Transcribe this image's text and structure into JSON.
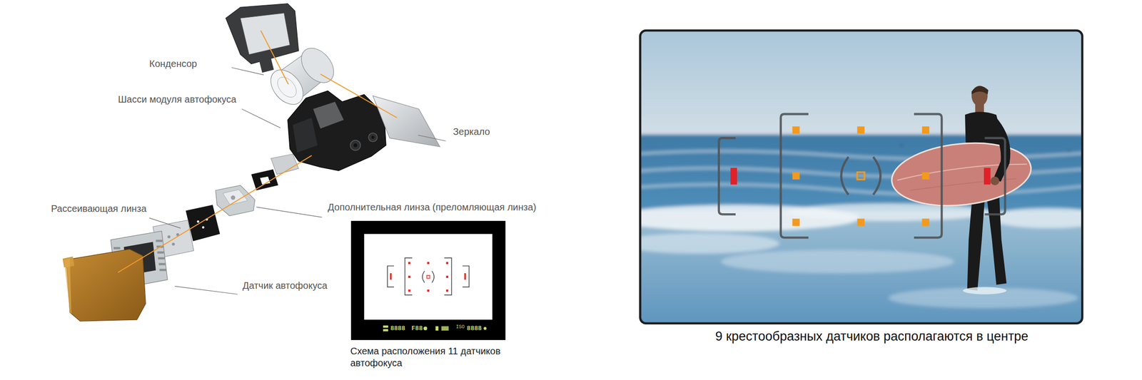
{
  "diagram": {
    "labels": [
      "Конденсор",
      "Шасси модуля автофокуса",
      "Зеркало",
      "Рассеивающая линза",
      "Дополнительная линза (преломляющая линза)",
      "Датчик автофокуса",
      "8888",
      "F88",
      "ISO",
      "8888",
      "Схема расположения 11 датчиков автофокуса",
      "9 крестообразных датчиков располагаются в центре"
    ]
  }
}
